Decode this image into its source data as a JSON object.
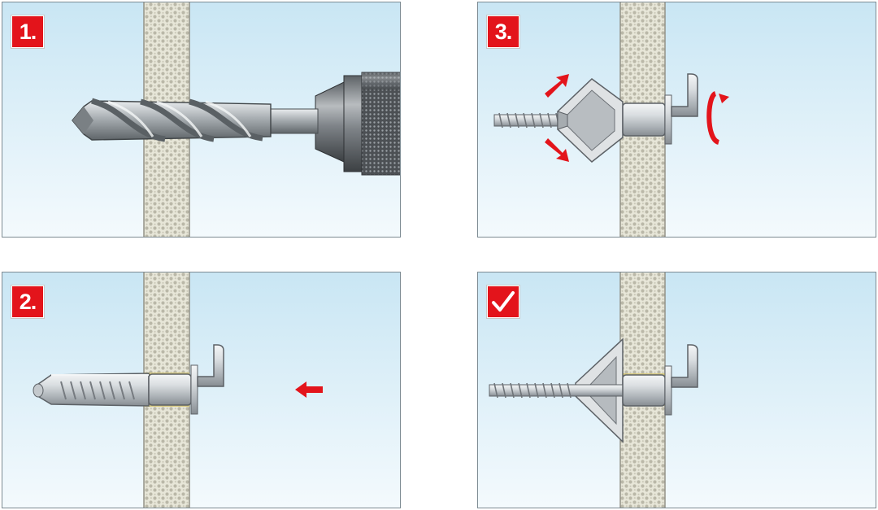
{
  "figure": {
    "panels": [
      {
        "key": "drill",
        "step_label": "1.",
        "scene": "drilling-hole"
      },
      {
        "key": "insert",
        "step_label": "2.",
        "scene": "inserting-anchor"
      },
      {
        "key": "tighten",
        "step_label": "3.",
        "scene": "tightening-screw"
      },
      {
        "key": "done",
        "step_label": "",
        "badge_icon": "checkmark-icon",
        "scene": "anchor-set"
      }
    ]
  },
  "colors": {
    "sky_top": "#cde8f5",
    "sky_bottom": "#f2f9fd",
    "wall": "#e6e5d6",
    "wall_dots": "#b6b4a4",
    "badge": "#e3141b",
    "arrow": "#e3141b",
    "metal": "#c4c9cd",
    "hole_gap": "#d9cc7f"
  }
}
